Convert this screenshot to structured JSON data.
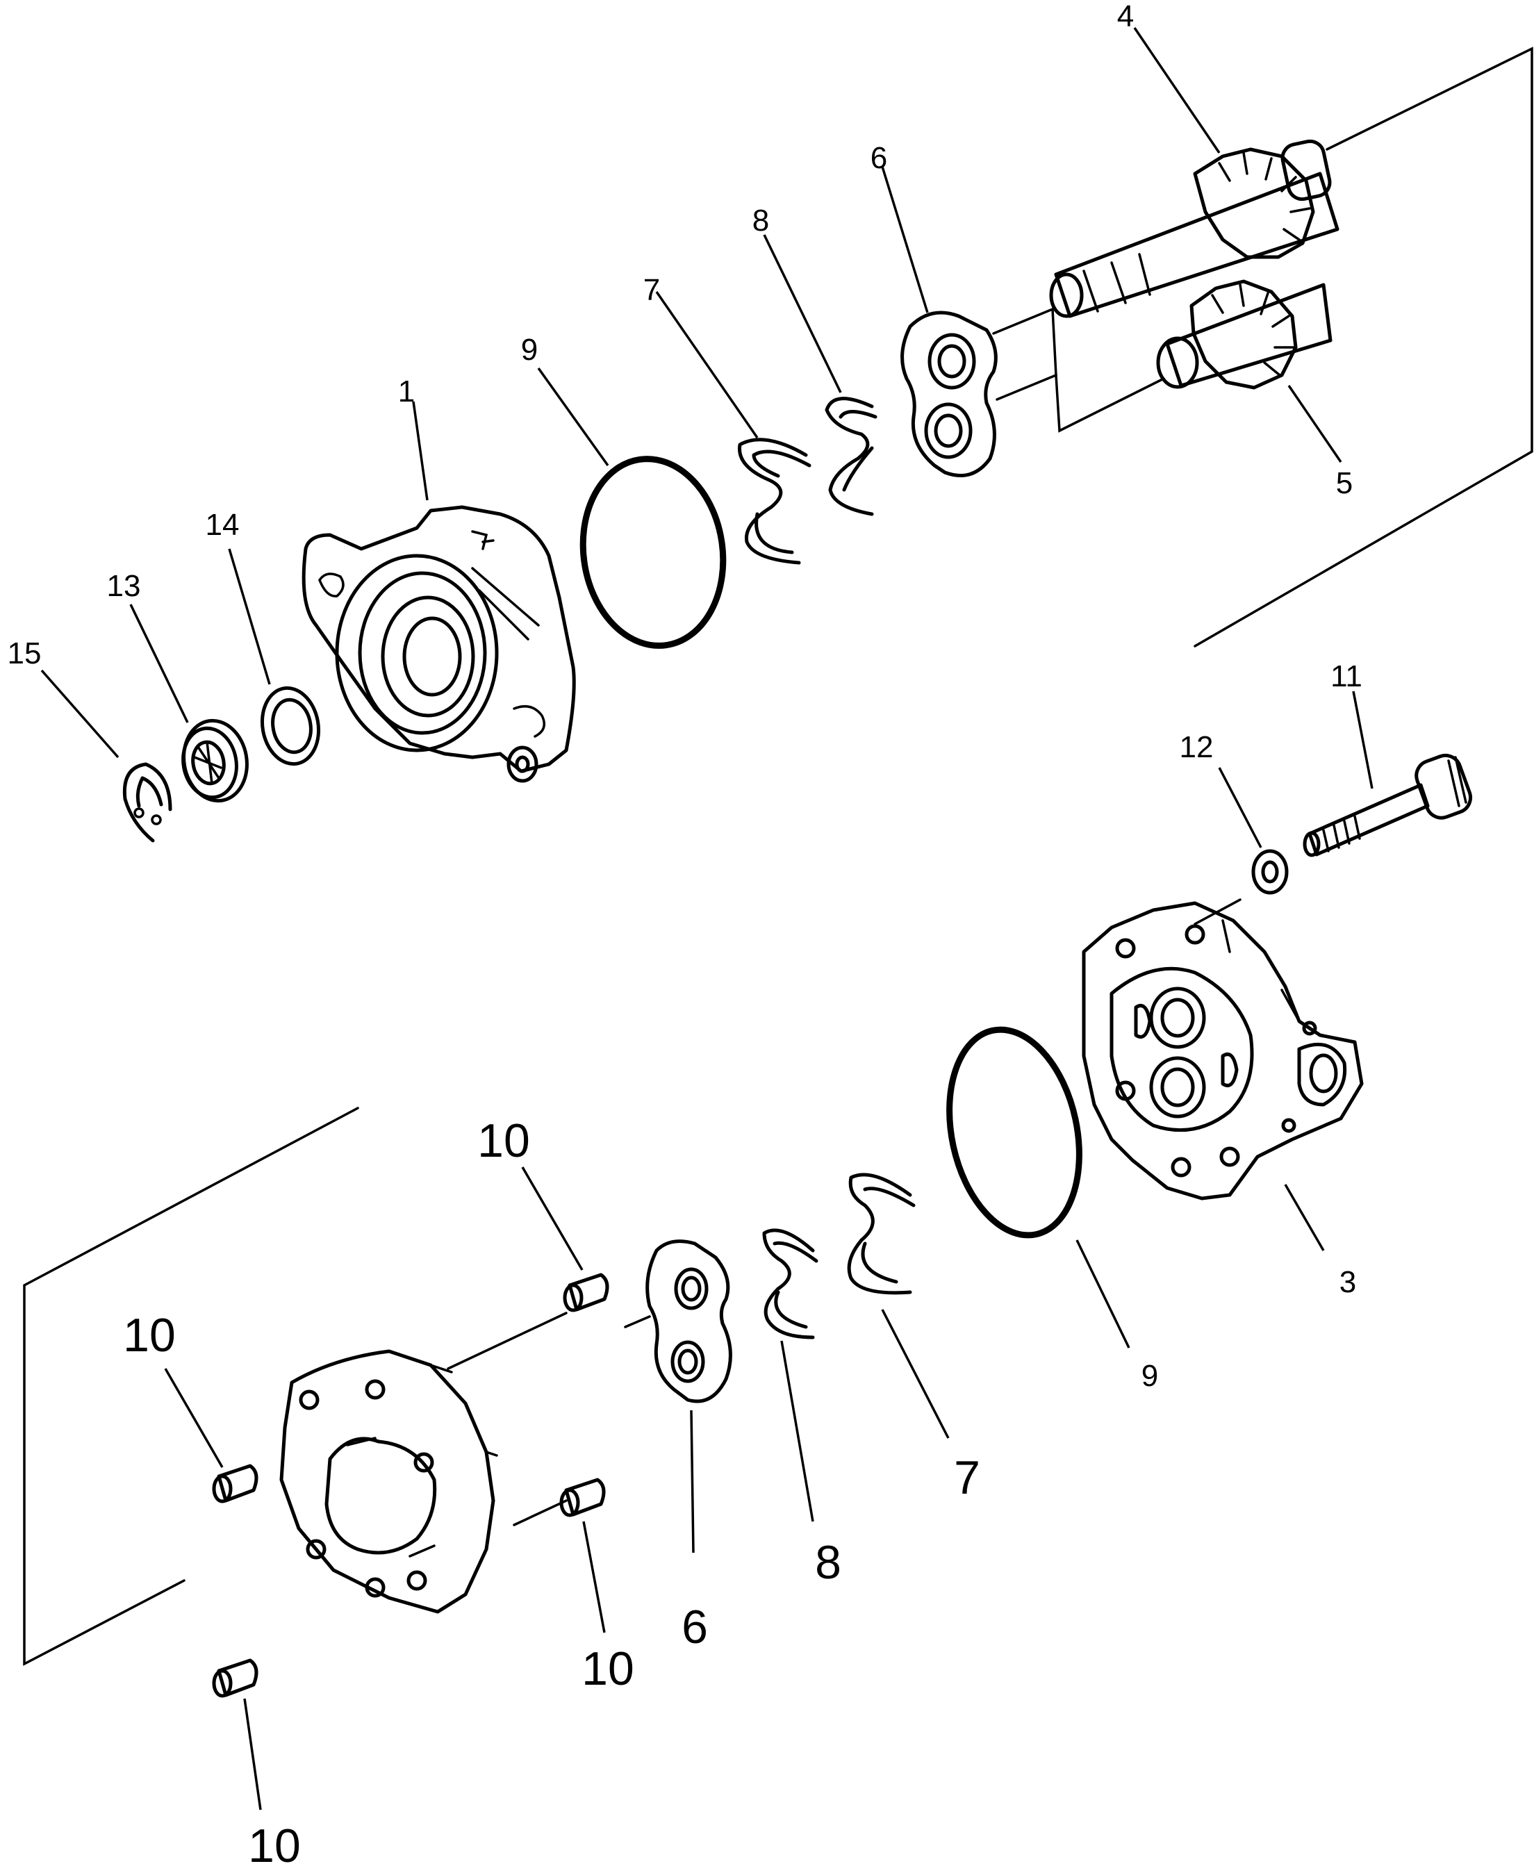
{
  "labels": {
    "p1": "1",
    "p3": "3",
    "p4": "4",
    "p5": "5",
    "p6_top": "6",
    "p6_bottom": "6",
    "p7_top": "7",
    "p7_bottom": "7",
    "p8_top": "8",
    "p8_bottom": "8",
    "p9_top": "9",
    "p9_bottom": "9",
    "p10_a": "10",
    "p10_b": "10",
    "p10_c": "10",
    "p10_d": "10",
    "p11": "11",
    "p12": "12",
    "p13": "13",
    "p14": "14",
    "p15": "15"
  }
}
